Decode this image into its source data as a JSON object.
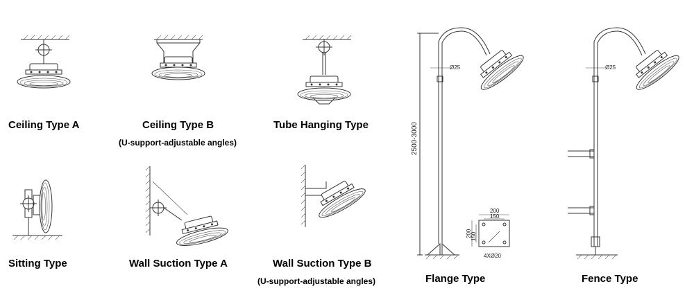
{
  "items": [
    {
      "label": "Ceiling Type A"
    },
    {
      "label": "Ceiling Type B",
      "note": "(U-support-adjustable angles)"
    },
    {
      "label": "Tube Hanging Type"
    },
    {
      "label": "Sitting Type"
    },
    {
      "label": "Wall Suction Type A"
    },
    {
      "label": "Wall Suction Type B",
      "note": "(U-support-adjustable angles)"
    },
    {
      "label": "Flange Type"
    },
    {
      "label": "Fence Type"
    }
  ],
  "dimensions": {
    "pole_diameter": "Ø25",
    "pole_height": "2500-3000",
    "flange_outer": "200",
    "flange_inner": "150",
    "flange_side_outer": "200",
    "flange_side_inner": "150",
    "flange_holes": "4XØ20"
  }
}
